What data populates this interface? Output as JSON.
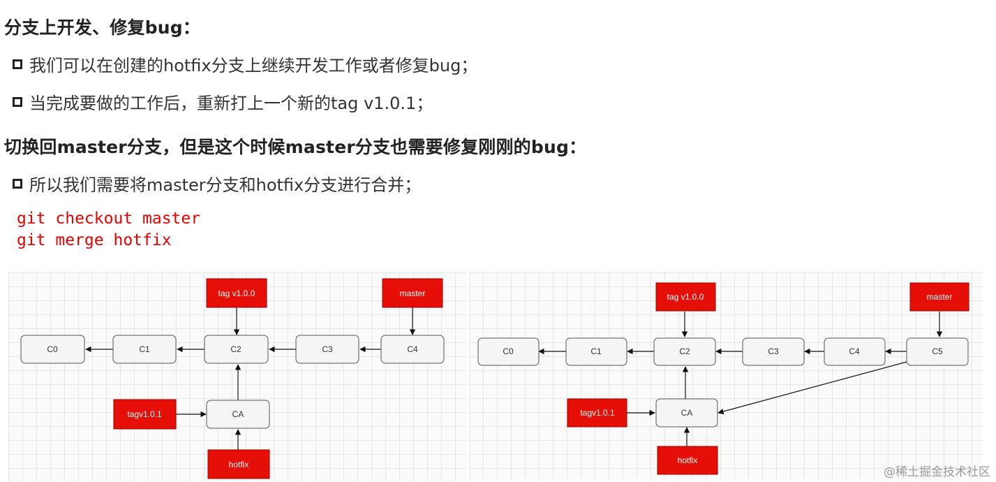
{
  "heading1": "分支上开发、修复bug：",
  "bullets1": [
    "我们可以在创建的hotfix分支上继续开发工作或者修复bug；",
    "当完成要做的工作后，重新打上一个新的tag v1.0.1；"
  ],
  "heading2": "切换回master分支，但是这个时候master分支也需要修复刚刚的bug：",
  "bullets2": [
    "所以我们需要将master分支和hotfix分支进行合并；"
  ],
  "code": {
    "line1": "git checkout master",
    "line2": "git merge hotfix"
  },
  "diagram_left": {
    "commits": [
      "C0",
      "C1",
      "C2",
      "C3",
      "C4"
    ],
    "tag_top": "tag v1.0.0",
    "branch_top": "master",
    "commit_extra": "CA",
    "tag_bottom": "tagv1.0.1",
    "branch_bottom": "hotfix"
  },
  "diagram_right": {
    "commits": [
      "C0",
      "C1",
      "C2",
      "C3",
      "C4",
      "C5"
    ],
    "tag_top": "tag v1.0.0",
    "branch_top": "master",
    "commit_extra": "CA",
    "tag_bottom": "tagv1.0.1",
    "branch_bottom": "hotfix"
  },
  "watermark": "@稀土掘金技术社区",
  "colors": {
    "tag_red": "#e60f08",
    "code_red": "#e60000",
    "commit_fill": "#f5f5f5",
    "commit_stroke": "#555555"
  }
}
